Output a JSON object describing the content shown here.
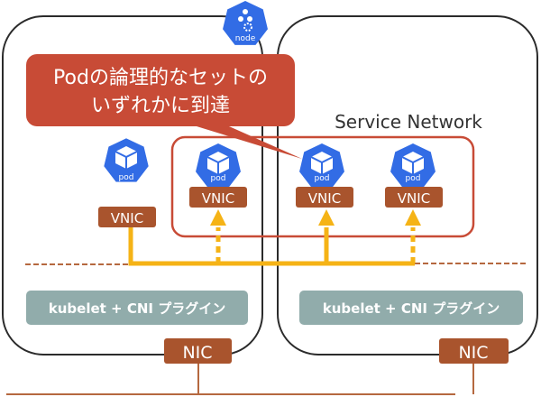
{
  "colors": {
    "node_border": "#2b2b2b",
    "callout": "#c84b36",
    "service_box": "#c84b36",
    "k8s_blue": "#326ce5",
    "vnic": "#a9542d",
    "nic": "#a9542d",
    "arrow": "#f5b316",
    "dashed_line": "#b5683f",
    "kubelet_box": "#91acab",
    "text_dark": "#333333",
    "text_light": "#ffffff"
  },
  "node_icon": {
    "icon": "kubernetes-node-icon",
    "label": "node"
  },
  "callout": {
    "line1": "Podの論理的なセットの",
    "line2": "いずれかに到達"
  },
  "service_network": {
    "label": "Service Network"
  },
  "pods": [
    {
      "icon": "kubernetes-pod-icon",
      "label": "pod",
      "vnic": "VNIC",
      "node": 1,
      "in_service": false
    },
    {
      "icon": "kubernetes-pod-icon",
      "label": "pod",
      "vnic": "VNIC",
      "node": 1,
      "in_service": true,
      "link": "dashed"
    },
    {
      "icon": "kubernetes-pod-icon",
      "label": "pod",
      "vnic": "VNIC",
      "node": 2,
      "in_service": true,
      "link": "solid"
    },
    {
      "icon": "kubernetes-pod-icon",
      "label": "pod",
      "vnic": "VNIC",
      "node": 2,
      "in_service": true,
      "link": "dashed"
    }
  ],
  "nodes": [
    {
      "kubelet_label": "kubelet + CNI プラグイン",
      "nic_label": "NIC"
    },
    {
      "kubelet_label": "kubelet + CNI プラグイン",
      "nic_label": "NIC"
    }
  ]
}
